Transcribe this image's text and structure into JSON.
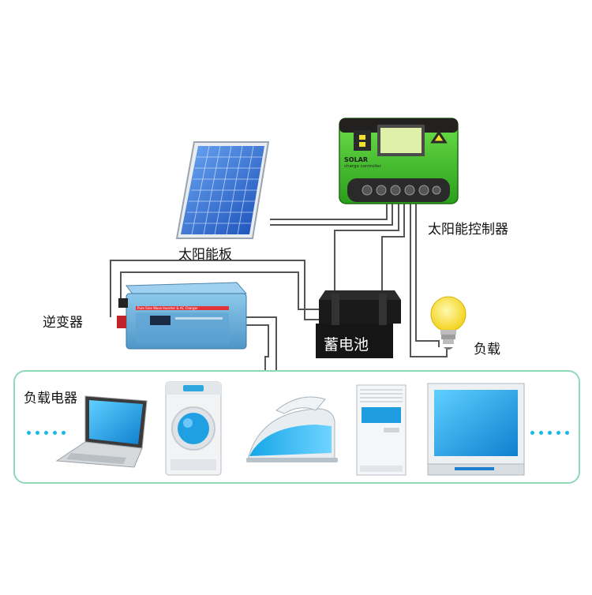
{
  "labels": {
    "solar_panel": "太阳能板",
    "controller": "太阳能控制器",
    "inverter": "逆变器",
    "battery": "蓄电池",
    "load": "负载",
    "appliances": "负载电器"
  },
  "controller_face": {
    "brand": "SOLAR",
    "subtitle": "charge controller"
  },
  "inverter_face": {
    "caption": "Pure Sine Wave Inverter & AC Charger"
  },
  "colors": {
    "wire": "#555555",
    "appliance_frame": "#8fd8b8",
    "controller_green": "#3fc12a",
    "panel_blue": "#2f6fd6",
    "inverter_blue": "#6fb2dc",
    "battery_black": "#1a1a1a",
    "dots": "#17b7e6"
  }
}
